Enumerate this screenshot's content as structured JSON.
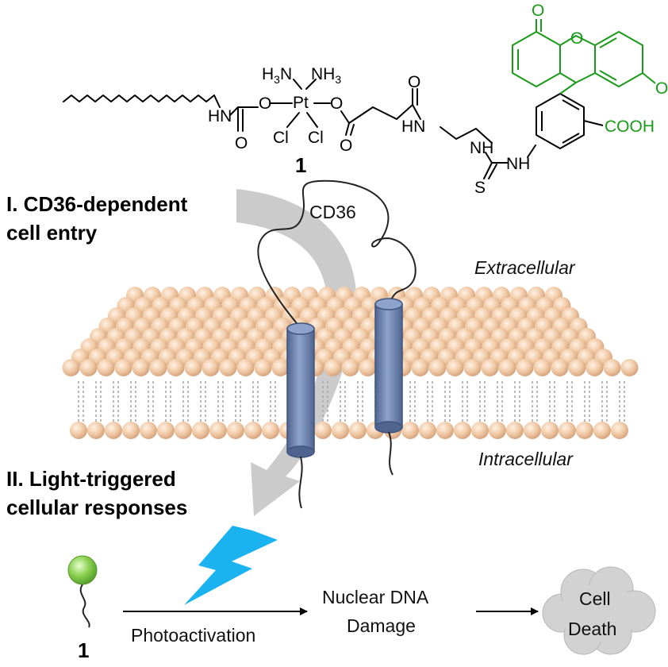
{
  "compound": {
    "atoms": {
      "hn_left": "HN",
      "o_left": "O",
      "o_carbonyl_left": "O",
      "h3n": "H3N",
      "nh3": "NH3",
      "pt": "Pt",
      "cl_left": "Cl",
      "cl_right": "Cl",
      "o_right": "O",
      "o_ester": "O",
      "o_amide": "O",
      "hn_amide": "HN",
      "nh_thio_upper": "NH",
      "nh_thio_lower": "NH",
      "s_thio": "S",
      "o_xanthene_keto": "O",
      "o_xanthene_ring": "O",
      "oh": "OH",
      "cooh": "COOH"
    },
    "label": "1"
  },
  "sections": {
    "step1": [
      "I. CD36-dependent",
      "cell entry"
    ],
    "step2": [
      "II. Light-triggered",
      "cellular responses"
    ]
  },
  "membrane": {
    "protein_label": "CD36",
    "extracellular": "Extracellular",
    "intracellular": "Intracellular"
  },
  "flow": {
    "compound_label": "1",
    "arrow1_label": "Photoactivation",
    "outcome1": [
      "Nuclear DNA",
      "Damage"
    ],
    "outcome2": [
      "Cell",
      "Death"
    ]
  },
  "colors": {
    "lipid_head": "#f0c9a5",
    "protein": "#6f86b3",
    "fluorescein": "#1a9a1a",
    "lightning": "#1ab3f0",
    "gray_arrow": "#c7c7c7",
    "cloud": "#d2d2d2",
    "sphere": "#8cd152"
  }
}
